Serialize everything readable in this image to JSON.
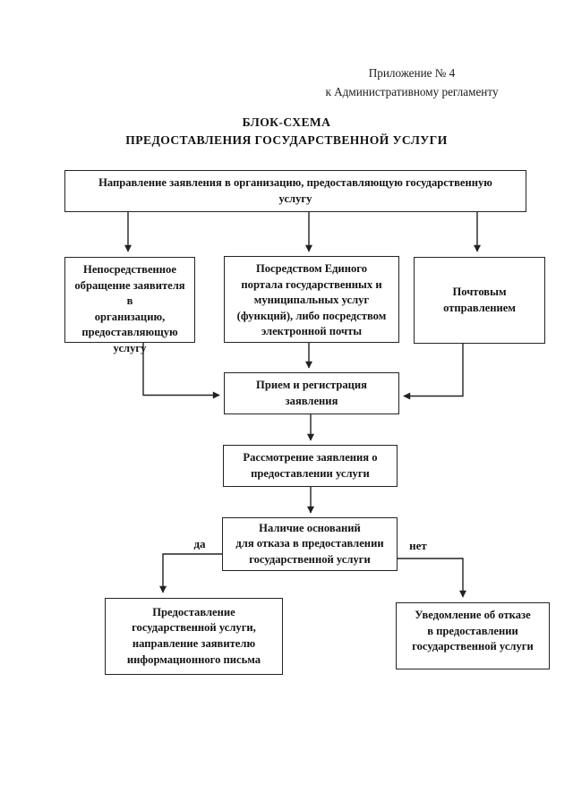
{
  "annotation": {
    "text": "Приложение № 4\nк Административному регламенту"
  },
  "title": {
    "text": "БЛОК-СХЕМА\nПРЕДОСТАВЛЕНИЯ ГОСУДАРСТВЕННОЙ УСЛУГИ"
  },
  "flowchart": {
    "nodes": {
      "submission": {
        "label": "Направление заявления в организацию, предоставляющую государственную\nуслугу"
      },
      "in_person": {
        "label": "Непосредственное\nобращение заявителя в\nорганизацию,\nпредоставляющую\nуслугу"
      },
      "portal": {
        "label": "Посредством Единого\nпортала государственных и\nмуниципальных услуг\n(функций), либо посредством\nэлектронной почты"
      },
      "mail": {
        "label": "Почтовым\nотправлением"
      },
      "reception": {
        "label": "Прием и регистрация\nзаявления"
      },
      "review": {
        "label": "Рассмотрение заявления о\nпредоставлении услуги"
      },
      "decision": {
        "label": "Наличие оснований\nдля отказа в предоставлении\nгосударственной услуги"
      },
      "provide": {
        "label": "Предоставление\nгосударственной услуги,\nнаправление заявителю\nинформационного письма"
      },
      "refuse": {
        "label": "Уведомление об отказе\nв предоставлении\nгосударственной услуги"
      }
    },
    "branch_labels": {
      "yes": "да",
      "no": "нет"
    },
    "colors": {
      "line": "#222222",
      "border": "#232323",
      "text": "#141414",
      "background": "#ffffff"
    }
  }
}
